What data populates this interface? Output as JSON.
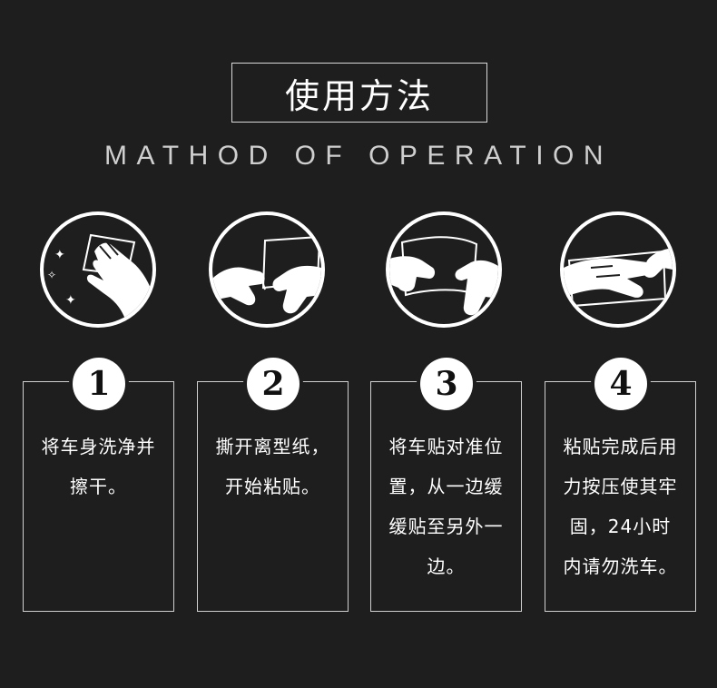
{
  "header": {
    "title": "使用方法",
    "subtitle": "MATHOD OF OPERATION"
  },
  "steps": [
    {
      "number": "1",
      "text": "将车身洗净并\n擦干。",
      "icon": "wipe-hand-icon"
    },
    {
      "number": "2",
      "text": "撕开离型纸，\n开始粘贴。",
      "icon": "peel-film-icon"
    },
    {
      "number": "3",
      "text": "将车贴对准位\n置，从一边缓\n缓贴至另外一\n边。",
      "icon": "apply-sticker-icon"
    },
    {
      "number": "4",
      "text": "粘贴完成后用\n力按压使其牢\n固，24小时\n内请勿洗车。",
      "icon": "press-sticker-icon"
    }
  ],
  "colors": {
    "background": "#1e1e1e",
    "foreground": "#ffffff",
    "border": "#d0d0d0"
  }
}
